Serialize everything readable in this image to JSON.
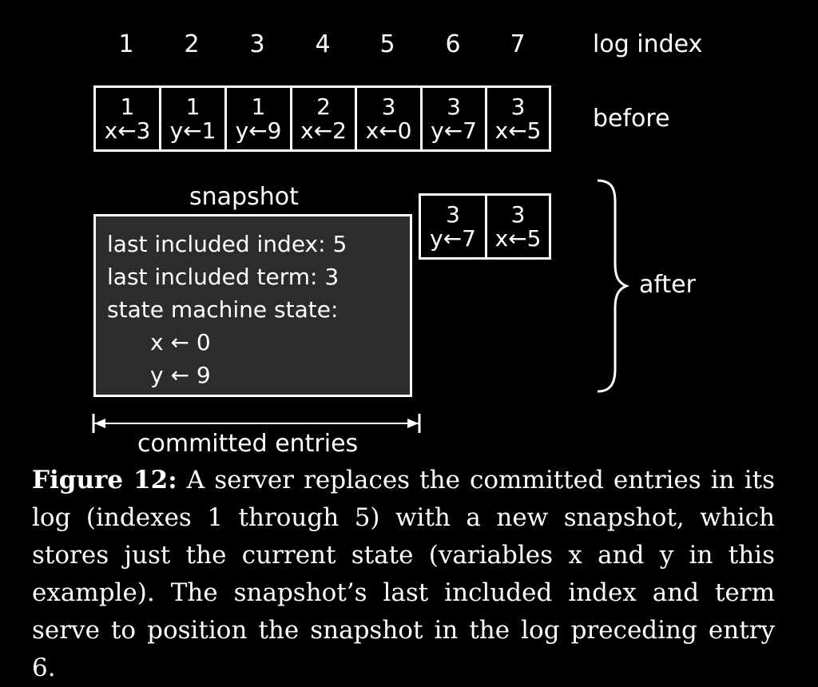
{
  "log_indices": [
    "1",
    "2",
    "3",
    "4",
    "5",
    "6",
    "7"
  ],
  "log_index_label": "log index",
  "before": {
    "label": "before",
    "entries": [
      {
        "term": "1",
        "cmd": "x←3"
      },
      {
        "term": "1",
        "cmd": "y←1"
      },
      {
        "term": "1",
        "cmd": "y←9"
      },
      {
        "term": "2",
        "cmd": "x←2"
      },
      {
        "term": "3",
        "cmd": "x←0"
      },
      {
        "term": "3",
        "cmd": "y←7"
      },
      {
        "term": "3",
        "cmd": "x←5"
      }
    ]
  },
  "after": {
    "label": "after",
    "entries": [
      {
        "term": "3",
        "cmd": "y←7"
      },
      {
        "term": "3",
        "cmd": "x←5"
      }
    ]
  },
  "snapshot": {
    "title": "snapshot",
    "lines": [
      "last included index: 5",
      "last included term: 3",
      "state machine state:",
      "x ← 0",
      "y ← 9"
    ]
  },
  "committed_label": "committed entries",
  "caption": {
    "heading": "Figure 12:",
    "text": "A server replaces the committed entries in its log (indexes 1 through 5) with a new snapshot, which stores just the current state (variables x and y in this example). The snapshot’s last included index and term serve to position the snapshot in the log preceding entry 6."
  }
}
